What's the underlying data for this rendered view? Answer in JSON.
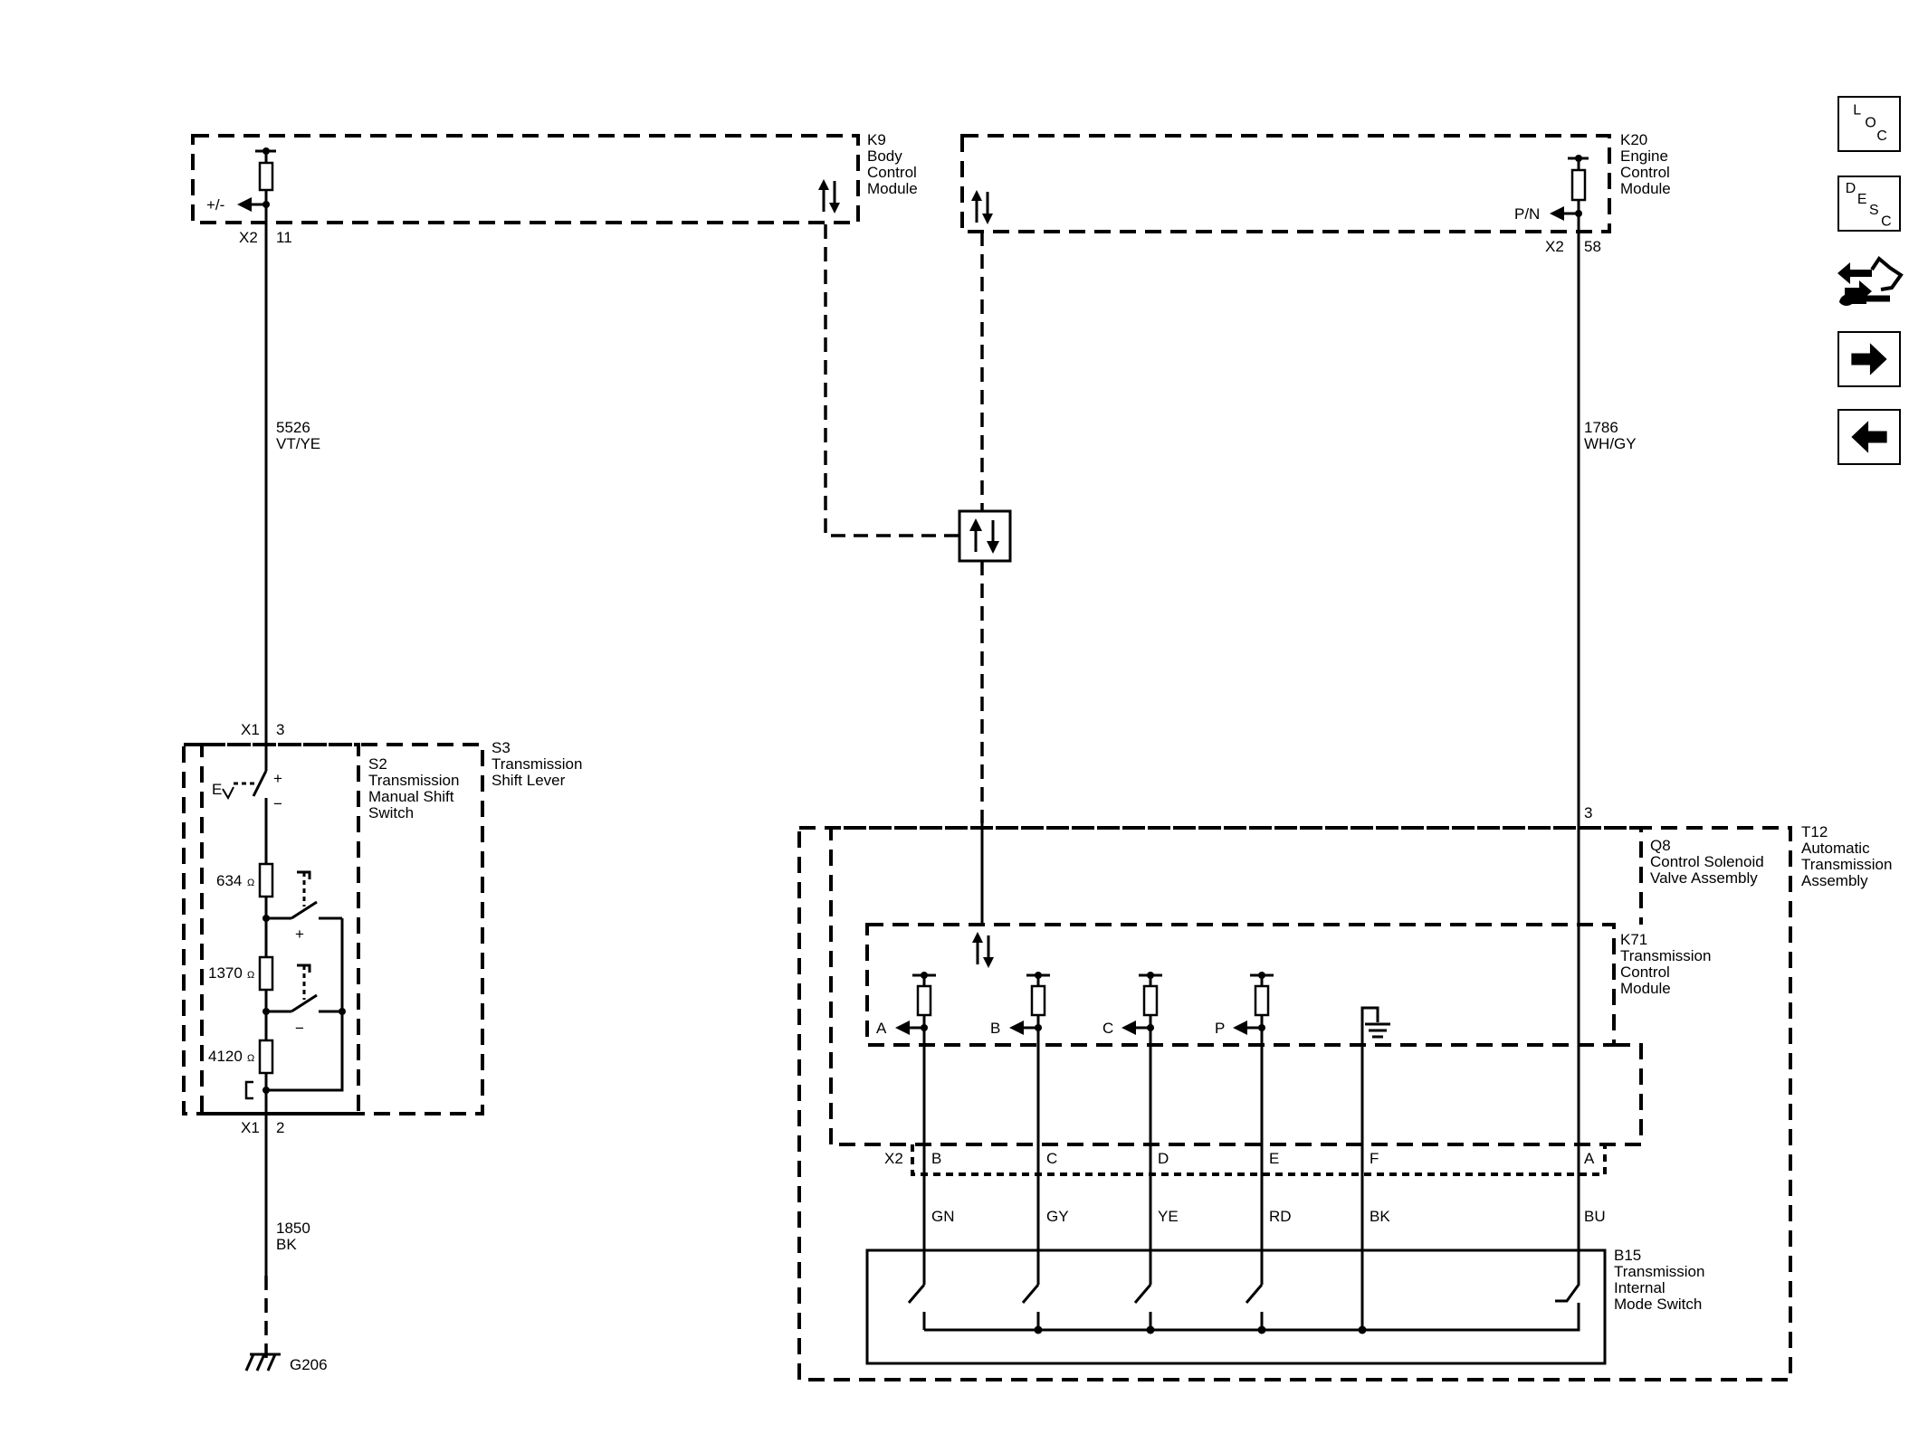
{
  "components": {
    "k9": {
      "ref": "K9",
      "name1": "Body",
      "name2": "Control",
      "name3": "Module"
    },
    "k20": {
      "ref": "K20",
      "name1": "Engine",
      "name2": "Control",
      "name3": "Module"
    },
    "s2": {
      "ref": "S2",
      "name1": "Transmission",
      "name2": "Manual Shift",
      "name3": "Switch"
    },
    "s3": {
      "ref": "S3",
      "name1": "Transmission",
      "name2": "Shift Lever"
    },
    "q8": {
      "ref": "Q8",
      "name1": "Control Solenoid",
      "name2": "Valve Assembly"
    },
    "t12": {
      "ref": "T12",
      "name1": "Automatic",
      "name2": "Transmission",
      "name3": "Assembly"
    },
    "k71": {
      "ref": "K71",
      "name1": "Transmission",
      "name2": "Control",
      "name3": "Module"
    },
    "b15": {
      "ref": "B15",
      "name1": "Transmission",
      "name2": "Internal",
      "name3": "Mode Switch"
    }
  },
  "connectors": {
    "k9_conn": "X2",
    "k9_pin": "11",
    "k20_conn": "X2",
    "k20_pin": "58",
    "s3_top_conn": "X1",
    "s3_top_pin": "3",
    "s3_bot_conn": "X1",
    "s3_bot_pin": "2",
    "t12_pin": "3",
    "t12_conn": "X2",
    "t12_pins": [
      "B",
      "C",
      "D",
      "E",
      "F",
      "A"
    ]
  },
  "signals": {
    "k9": "+/-",
    "k20": "P/N",
    "k71": [
      "A",
      "B",
      "C",
      "P"
    ]
  },
  "wires": {
    "w5526": {
      "circuit": "5526",
      "color": "VT/YE"
    },
    "w1786": {
      "circuit": "1786",
      "color": "WH/GY"
    },
    "w1850": {
      "circuit": "1850",
      "color": "BK"
    },
    "t12_colors": [
      "GN",
      "GY",
      "YE",
      "RD",
      "BK",
      "BU"
    ]
  },
  "resistors": [
    {
      "value": "634",
      "unit": "Ω"
    },
    {
      "value": "1370",
      "unit": "Ω"
    },
    {
      "value": "4120",
      "unit": "Ω"
    }
  ],
  "ground": "G206",
  "switch_marks": {
    "plus": "+",
    "minus": "−"
  },
  "nav": {
    "loc": [
      "L",
      "O",
      "C"
    ],
    "desc": [
      "D",
      "E",
      "S",
      "C"
    ]
  }
}
